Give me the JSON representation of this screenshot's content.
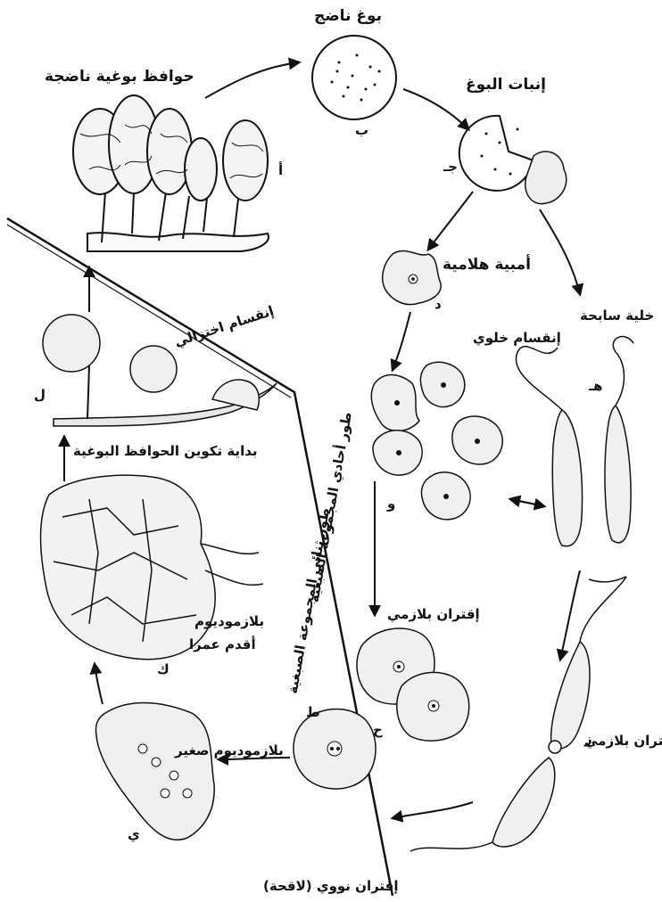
{
  "colors": {
    "ink": "#111111",
    "paper": "#ffffff",
    "watermark": "#eeeeee"
  },
  "labels": {
    "mature_spore": "بوغ ناضج",
    "mature_sporangia": "حوافظ بوغية ناضجة",
    "spore_germination": "إنبات البوغ",
    "amoeba": "أمبية هلامية",
    "swarm_cell": "خلية سابحة",
    "cell_division": "إنقسام خلوي",
    "plasmogamy_1": "إقتران بلازمي",
    "plasmogamy_2": "إقتران بلازمي",
    "karyogamy": "إقتران نووي (لاقحة)",
    "young_plasmodium": "بلازموديوم صغير",
    "older_plasmodium_1": "بلازموديوم",
    "older_plasmodium_2": "أقدم عمرا",
    "sporangia_start": "بداية تكوين الحوافظ البوغية",
    "meiosis": "إنقسام اختزالي",
    "haploid_phase": "طور أحادي المجموعة الصبغية",
    "diploid_phase": "طور ثنائي المجموعة الصبغية"
  },
  "letters": {
    "a": "أ",
    "b": "ب",
    "c": "جـ",
    "d": "د",
    "e": "هـ",
    "f": "و",
    "g": "ز",
    "h": "ح",
    "i": "ط",
    "j": "ي",
    "k": "ك",
    "l": "ل"
  }
}
